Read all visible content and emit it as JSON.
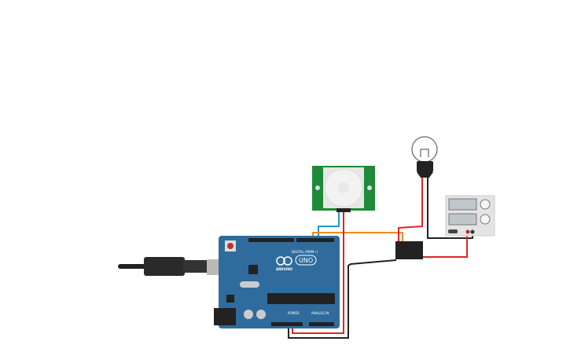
{
  "arduino": {
    "digital_label": "DIGITAL (PWM~)",
    "brand": "ARDUINO",
    "model": "UNO",
    "power_label": "POWER",
    "analog_label": "ANALOG IN",
    "board_color": "#2f6c9d"
  },
  "pir": {
    "board_color": "#1f8a3a"
  },
  "wires": {
    "signal": "#1e9ad6",
    "control": "#f08a1c",
    "power": "#e0242a",
    "ground": "#222222"
  }
}
